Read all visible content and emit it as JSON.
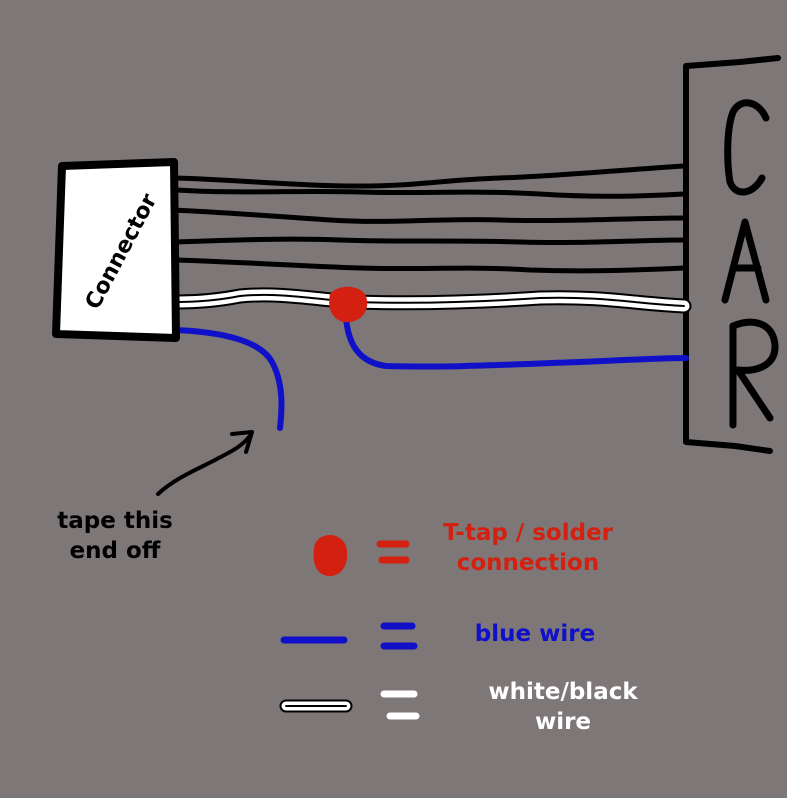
{
  "diagram": {
    "connector_label": "Connector",
    "car_label": "CAR",
    "car_letters": [
      "C",
      "A",
      "R"
    ],
    "annotation": {
      "line1": "tape this",
      "line2": "end off"
    },
    "legend": [
      {
        "symbol": "red-dot",
        "equals": "=",
        "line1": "T-tap / solder",
        "line2": "connection",
        "color": "#d42010"
      },
      {
        "symbol": "blue-line",
        "equals": "=",
        "line1": "blue wire",
        "line2": "",
        "color": "#1010c8"
      },
      {
        "symbol": "white-black-line",
        "equals": "=",
        "line1": "white/black",
        "line2": "wire",
        "color": "#ffffff"
      }
    ],
    "colors": {
      "background": "#7d7778",
      "black_wire": "#000000",
      "blue_wire": "#1010c8",
      "splice": "#d42010",
      "white_wire": "#ffffff"
    }
  }
}
